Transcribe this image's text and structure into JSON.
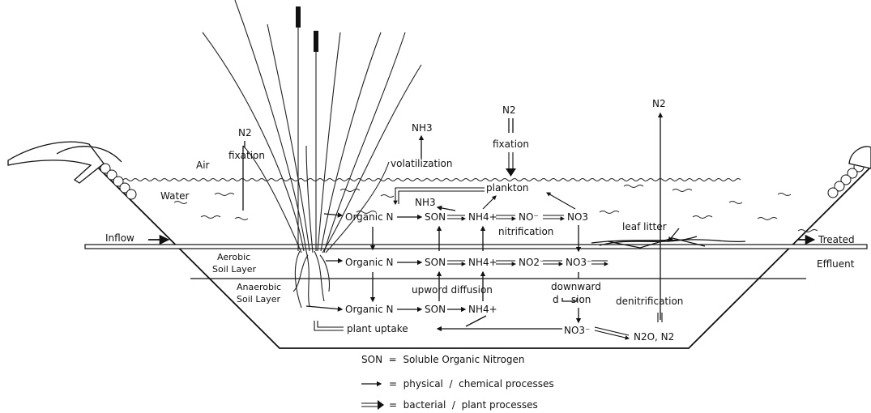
{
  "zones": {
    "air": "Air",
    "water": "Water",
    "aerobic": [
      "Aerobic",
      "Soil Layer"
    ],
    "anaerobic": [
      "Anaerobic",
      "Soil Layer"
    ]
  },
  "flows": {
    "inflow": "Inflow",
    "treated": "Treated",
    "effluent": "Effluent"
  },
  "processes": {
    "n2_left": "N2",
    "fixation_left": "fixation",
    "nh3_top": "NH3",
    "volatilization": "volatilization",
    "n2_mid": "N2",
    "fixation_mid": "fixation",
    "n2_right": "N2",
    "plankton": "plankton",
    "nh3_water": "NH3",
    "leaf_litter": "leaf litter",
    "nitrification": "nitrification",
    "upward_diffusion": "upword diffusion",
    "downward_1": "downward",
    "downward_2": "d    sion",
    "denitrification": "denitrification",
    "plant_uptake": "plant uptake"
  },
  "water_row": {
    "organic_n": "Organic N",
    "son": "SON",
    "nh4": "NH4+",
    "no": "NO⁻",
    "no3": "NO3"
  },
  "aerobic_row": {
    "organic_n": "Organic N",
    "son": "SON",
    "nh4": "NH4+",
    "no2": "NO2⁻",
    "no3": "NO3⁻"
  },
  "anaerobic_row": {
    "organic_n": "Organic N",
    "son": "SON",
    "nh4": "NH4+",
    "no3": "NO3⁻",
    "n2o": "N2O, N2"
  },
  "legend": {
    "son_def": "SON  =  Soluble Organic Nitrogen",
    "physical": "=  physical  /  chemical processes",
    "bacterial": "=  bacterial  /  plant processes"
  }
}
